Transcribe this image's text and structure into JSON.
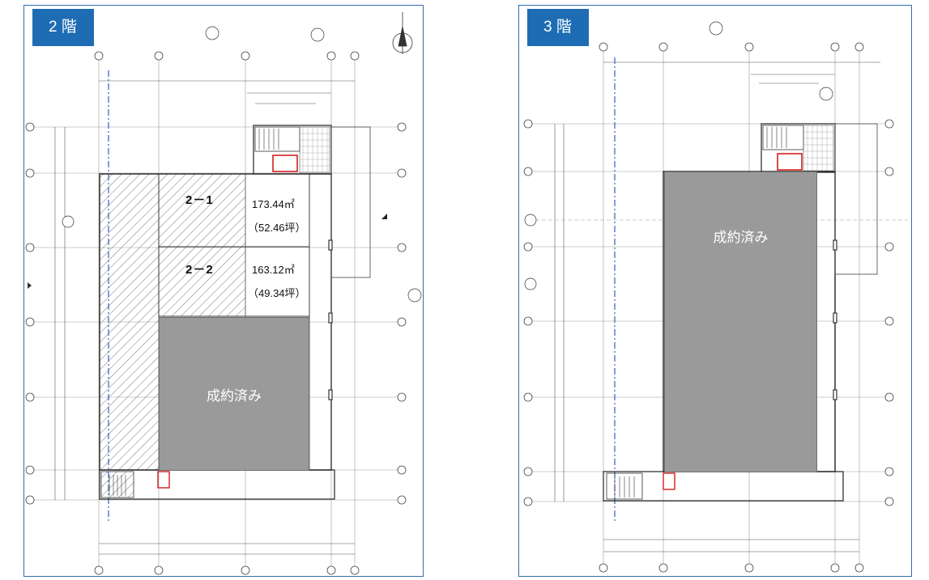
{
  "floors": [
    {
      "label": "2 階",
      "sold_label": "成約済み",
      "units": [
        {
          "name": "2－1",
          "area": "173.44㎡",
          "tsubo": "（52.46坪）"
        },
        {
          "name": "2－2",
          "area": "163.12㎡",
          "tsubo": "（49.34坪）"
        }
      ]
    },
    {
      "label": "3 階",
      "sold_label": "成約済み"
    }
  ],
  "colors": {
    "label_bg": "#1e6db4",
    "sold_fill": "#9a9a9a",
    "ev_outline": "#d42020",
    "axis_line": "#2f5fc4"
  }
}
